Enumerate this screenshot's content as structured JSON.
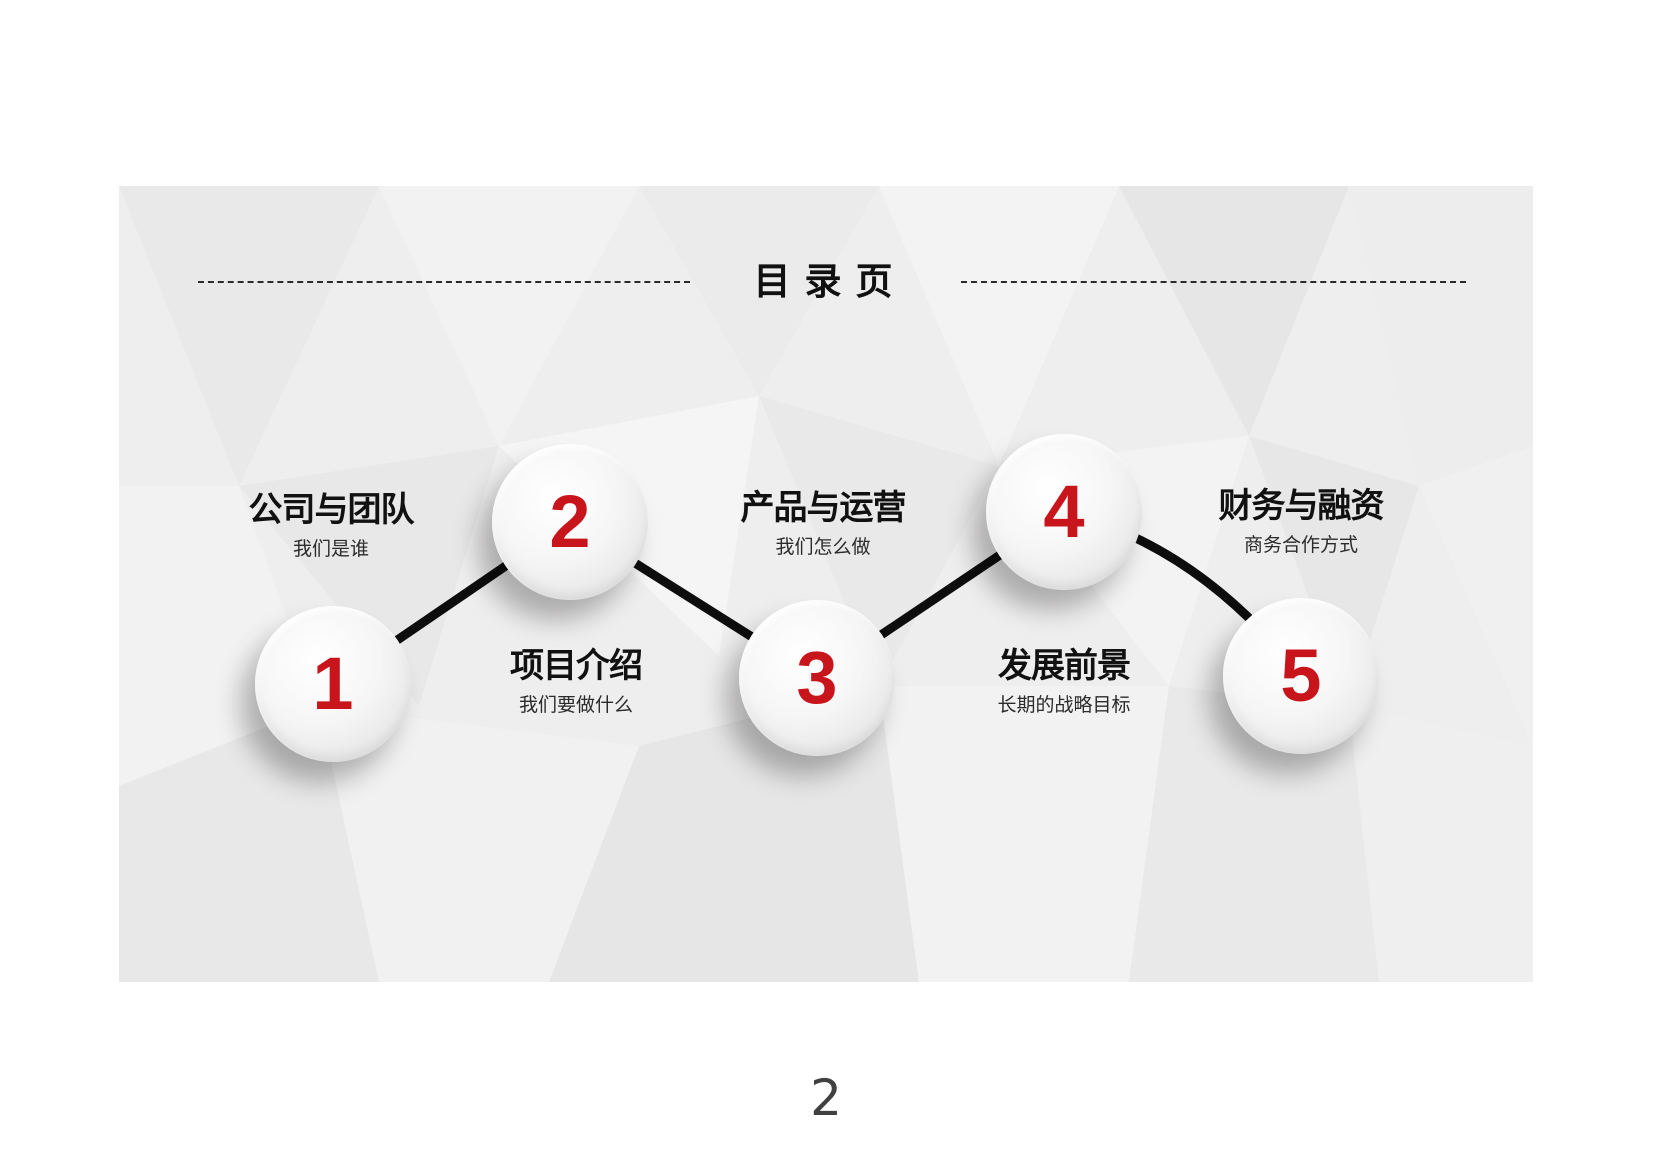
{
  "slide": {
    "title": "目录页",
    "accent_color": "#c8141b",
    "items": [
      {
        "number": "1",
        "title": "公司与团队",
        "subtitle": "我们是谁"
      },
      {
        "number": "2",
        "title": "项目介绍",
        "subtitle": "我们要做什么"
      },
      {
        "number": "3",
        "title": "产品与运营",
        "subtitle": "我们怎么做"
      },
      {
        "number": "4",
        "title": "发展前景",
        "subtitle": "长期的战略目标"
      },
      {
        "number": "5",
        "title": "财务与融资",
        "subtitle": "商务合作方式"
      }
    ]
  },
  "page": {
    "number": "2"
  }
}
